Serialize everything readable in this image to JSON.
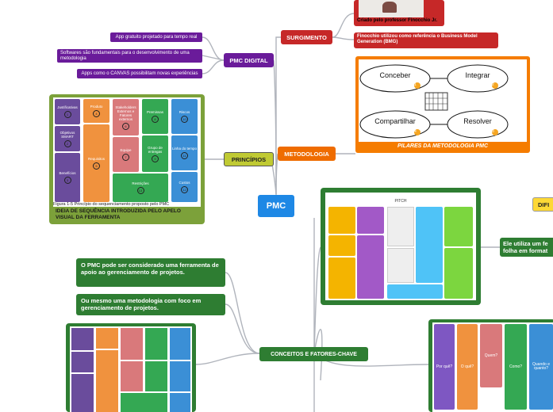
{
  "central": {
    "label": "PMC"
  },
  "surgimento": {
    "label": "SURGIMENTO",
    "children": [
      "Criado pelo professor Finocchio Jr.",
      "Finocchio utilizou como referência o Business Model Generation (BMG)"
    ]
  },
  "pmc_digital": {
    "label": "PMC DIGITAL",
    "children": [
      "App gratuito projetado para tempo real",
      "Softwares são fundamentais para o desenvolvimento de uma metodologia",
      "Apps como o CANVAS possibilitam novas experiências"
    ]
  },
  "principios": {
    "label": "PRINCÍPIOS",
    "image_caption": "Figura 1-5  Princípio do sequenciamento proposto pelo PMC",
    "image_title": "IDEIA DE SEQUÊNCIA INTRODUZIDA PELO APELO VISUAL DA FERRAMENTA",
    "canvas": {
      "col1": [
        {
          "text": "Justificativas",
          "num": "1"
        },
        {
          "text": "Objetivos SMART",
          "num": "2"
        },
        {
          "text": "Benefícios",
          "num": "3"
        }
      ],
      "col2": [
        {
          "text": "Produto",
          "num": "4"
        },
        {
          "text": "Requisitos",
          "num": "5"
        }
      ],
      "col3": [
        {
          "text": "Stakeholders Externos e Fatores externos",
          "num": "6"
        },
        {
          "text": "Equipe",
          "num": "7"
        }
      ],
      "col4": [
        {
          "text": "Premissas",
          "num": "8"
        },
        {
          "text": "Grupo de entregas",
          "num": "9"
        }
      ],
      "col5": [
        {
          "text": "Riscos",
          "num": "10"
        },
        {
          "text": "Linha do tempo",
          "num": "11"
        },
        {
          "text": "Custos",
          "num": "12"
        }
      ],
      "bottom": {
        "text": "Restrições",
        "num": "13"
      }
    }
  },
  "metodologia": {
    "label": "METODOLOGIA",
    "image_title": "PILARES DA METODOLOGIA PMC",
    "pillars": [
      {
        "label": "Conceber",
        "num": "1"
      },
      {
        "label": "Integrar",
        "num": "2"
      },
      {
        "label": "Compartilhar",
        "num": "4"
      },
      {
        "label": "Resolver",
        "num": "3"
      }
    ]
  },
  "pitch_image": {
    "title": "PITCH"
  },
  "dificuldades": {
    "label": "DIFI"
  },
  "folha": {
    "text": "Ele utiliza um fe folha em format"
  },
  "conceitos": {
    "label": "CONCEITOS E FATORES-CHAVE",
    "children": [
      "O PMC pode ser considerado uma ferramenta de apoio ao gerenciamento de projetos.",
      "Ou mesmo uma metodologia com foco em gerenciamento de projetos."
    ]
  },
  "questions_image": {
    "questions": [
      "Por quê?",
      "O quê?",
      "Quem?",
      "Como?",
      "Quando e quanto?"
    ]
  },
  "colors": {
    "purple": "#6a1b9a",
    "red": "#c62828",
    "orange": "#ef6c00",
    "green": "#2e7d32",
    "blue": "#1e88e5"
  }
}
